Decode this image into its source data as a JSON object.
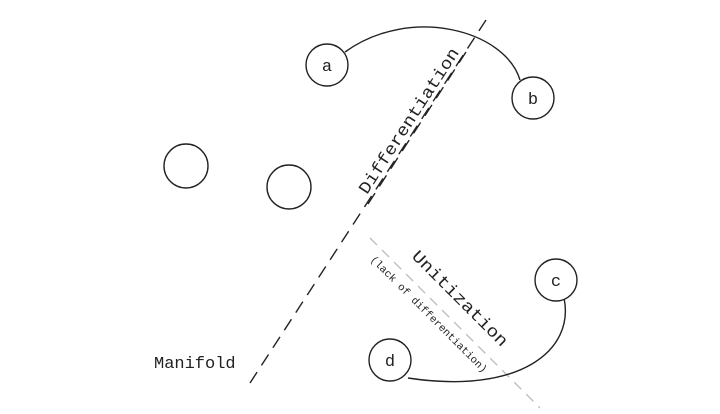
{
  "diagram": {
    "nodes": {
      "a": "a",
      "b": "b",
      "c": "c",
      "d": "d"
    },
    "labels": {
      "manifold": "Manifold",
      "differentiation": "Differentiation",
      "unitization": "Unitization",
      "unitization_note": "(lack of differentiation)"
    },
    "colors": {
      "stroke": "#222222",
      "faint_line": "#bbbbbb",
      "background": "#ffffff"
    }
  }
}
